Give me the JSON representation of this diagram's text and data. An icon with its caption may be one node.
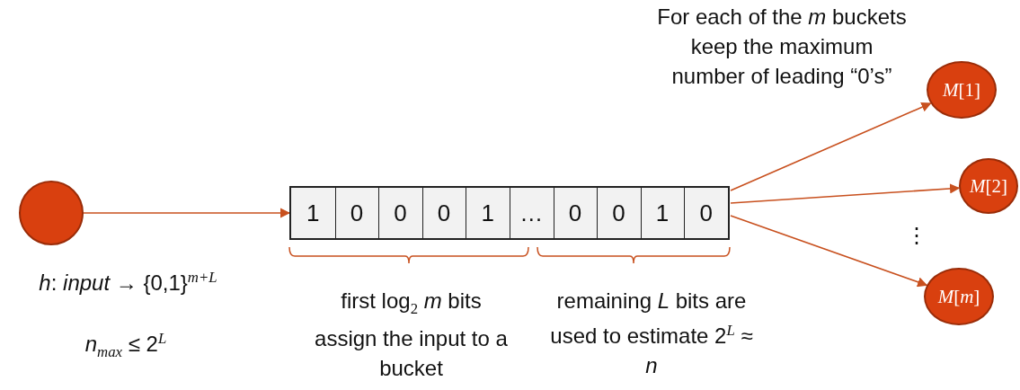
{
  "diagram": {
    "nodes": [
      {
        "text": [],
        "shape": "circle"
      },
      {
        "text": [],
        "shape": "box"
      },
      {
        "text": [
          "1"
        ],
        "in": 1
      },
      {
        "text": [
          "0"
        ],
        "in": 1
      },
      {
        "text": [
          "0"
        ],
        "in": 1
      },
      {
        "text": [
          "0"
        ],
        "in": 1
      },
      {
        "text": [
          "1"
        ],
        "in": 1
      },
      {
        "text": [
          "…"
        ],
        "in": 1
      },
      {
        "text": [
          "0"
        ],
        "in": 1
      },
      {
        "text": [
          "0"
        ],
        "in": 1
      },
      {
        "text": [
          "1"
        ],
        "in": 1
      },
      {
        "text": [
          "0"
        ],
        "in": 1
      },
      {
        "text": [
          "*M*[1]"
        ]
      },
      {
        "text": [
          "*M*[2]"
        ]
      },
      {
        "text": [
          "*M*[*m*]"
        ]
      }
    ],
    "edges": [
      {
        "from": 0,
        "to": 1,
        "arrow": "to"
      },
      {
        "from": 1,
        "to": 12,
        "arrow": "to"
      },
      {
        "from": 1,
        "to": 13,
        "arrow": "to"
      },
      {
        "from": 1,
        "to": 14,
        "arrow": "to"
      }
    ],
    "labels": [
      "For each of the *m* buckets keep the maximum number of leading “0’s”",
      "⋮",
      "*h*: *input* → {0,1}$^{m+L}$",
      "first log$_{2}$ *m* bits assign the input to a bucket",
      "remaining *L* bits are used to estimate 2$^{L}$ ≈ *n*",
      "*n*$_{max}$ ≤ 2$^{L}$"
    ]
  }
}
